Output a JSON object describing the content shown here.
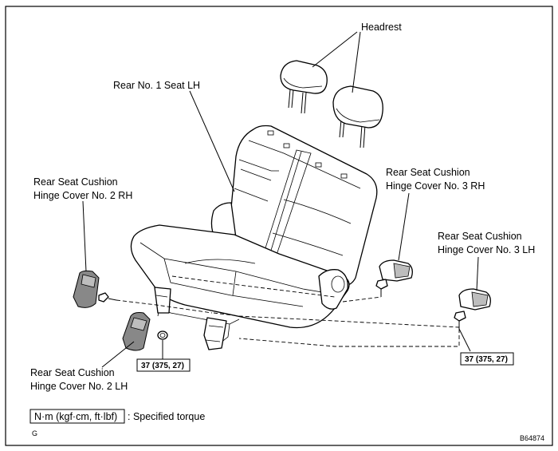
{
  "labels": {
    "headrest": "Headrest",
    "rear_seat_lh": "Rear No. 1 Seat LH",
    "cover_no2_rh_line1": "Rear Seat Cushion",
    "cover_no2_rh_line2": "Hinge Cover No. 2 RH",
    "cover_no3_rh_line1": "Rear Seat Cushion",
    "cover_no3_rh_line2": "Hinge Cover No. 3 RH",
    "cover_no3_lh_line1": "Rear Seat Cushion",
    "cover_no3_lh_line2": "Hinge Cover No. 3 LH",
    "cover_no2_lh_line1": "Rear Seat Cushion",
    "cover_no2_lh_line2": "Hinge Cover No. 2 LH"
  },
  "torque_values": {
    "left": "37 (375, 27)",
    "right": "37 (375, 27)"
  },
  "legend": {
    "unit": "N·m (kgf·cm, ft·lbf)",
    "text": ": Specified torque"
  },
  "corner_mark": "G",
  "figure_code": "B64874"
}
